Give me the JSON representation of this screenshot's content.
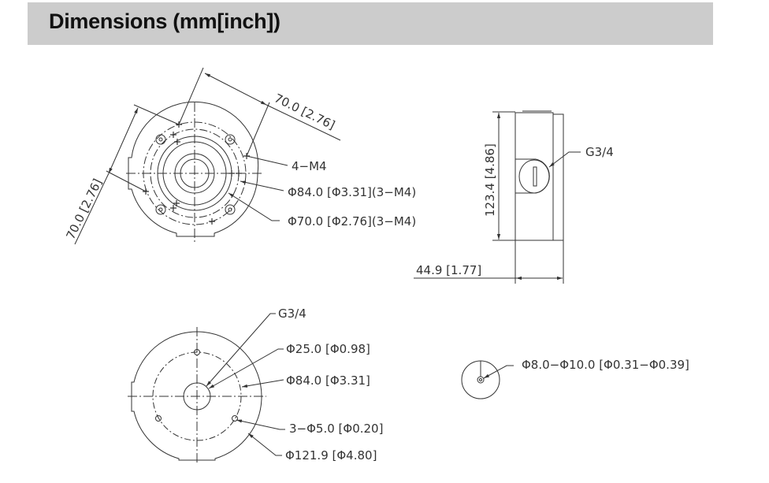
{
  "header": {
    "title": "Dimensions (mm[inch])",
    "background": "#cccccc"
  },
  "views": {
    "top_view": {
      "dim_top": "70.0 [2.76]",
      "dim_left": "70.0 [2.76]",
      "callouts": [
        "4−M4",
        "Φ84.0 [Φ3.31](3−M4)",
        "Φ70.0 [Φ2.76](3−M4)"
      ]
    },
    "side_view": {
      "height_dim": "123.4 [4.86]",
      "depth_dim": "44.9 [1.77]",
      "callout": "G3/4"
    },
    "bottom_view": {
      "callouts": [
        "G3/4",
        "Φ25.0 [Φ0.98]",
        "Φ84.0 [Φ3.31]",
        "3−Φ5.0 [Φ0.20]",
        "Φ121.9 [Φ4.80]"
      ]
    },
    "cable_view": {
      "callout": "Φ8.0−Φ10.0 [Φ0.31−Φ0.39]"
    }
  },
  "colors": {
    "line": "#333333",
    "text": "#333333"
  }
}
